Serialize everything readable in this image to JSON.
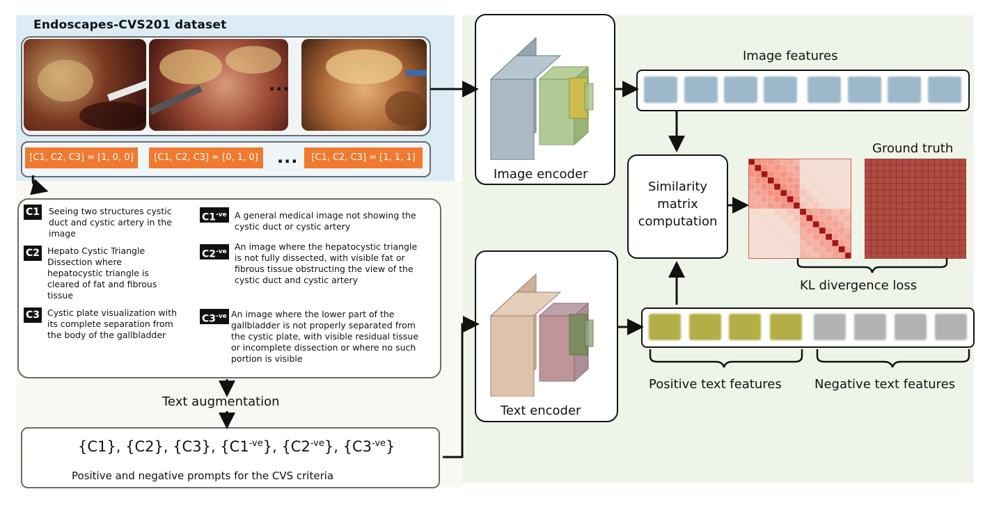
{
  "dataset": {
    "title": "Endoscapes-CVS201 dataset",
    "ellipsis": "...",
    "labels": [
      "[C1, C2, C3] = [1, 0, 0]",
      "[C1, C2, C3] = [0, 1, 0]",
      "[C1, C2, C3] = [1, 1, 1]"
    ]
  },
  "criteria": [
    {
      "tag": "C1",
      "text": "Seeing two structures cystic duct and cystic artery in the image"
    },
    {
      "tag": "C2",
      "text": "Hepato Cystic Triangle Dissection where hepatocystic triangle is cleared of fat and fibrous tissue"
    },
    {
      "tag": "C3",
      "text": "Cystic plate visualization with its complete separation from the body of the gallbladder"
    }
  ],
  "negatives": [
    {
      "tag": "C1",
      "sup": "-ve",
      "text": "A general medical image not showing the cystic duct or cystic artery"
    },
    {
      "tag": "C2",
      "sup": "-ve",
      "text": "An image where the hepatocystic triangle is not fully dissected, with visible fat or fibrous tissue obstructing the view of the cystic duct and cystic artery"
    },
    {
      "tag": "C3",
      "sup": "-ve",
      "text": "An image where the lower part of the gallbladder is not properly separated from the cystic plate, with visible residual tissue or incomplete dissection or where no such portion is visible"
    }
  ],
  "augmentation": "Text augmentation",
  "prompts": {
    "part1": "{C1}, {C2}, {C3}, {C1",
    "sup1": "-ve",
    "part2": "}, {C2",
    "sup2": "-ve",
    "part3": "}, {C3",
    "sup3": "-ve",
    "part4": "}",
    "caption": "Positive and negative prompts for the CVS criteria"
  },
  "encoders": {
    "image": "Image encoder",
    "text": "Text encoder"
  },
  "features": {
    "image": "Image features",
    "positive": "Positive text features",
    "negative": "Negative text features"
  },
  "similarity": [
    "Similarity",
    "matrix",
    "computation"
  ],
  "ground_truth": "Ground truth",
  "loss": "KL divergence loss",
  "colors": {
    "image_feature": "#9db8cb",
    "positive_feature": "#b3ae45",
    "negative_feature": "#b2b2b2",
    "label_orange": "#f07930",
    "heatmap_diag": "#a51616",
    "ground_truth": "#b04a42"
  }
}
